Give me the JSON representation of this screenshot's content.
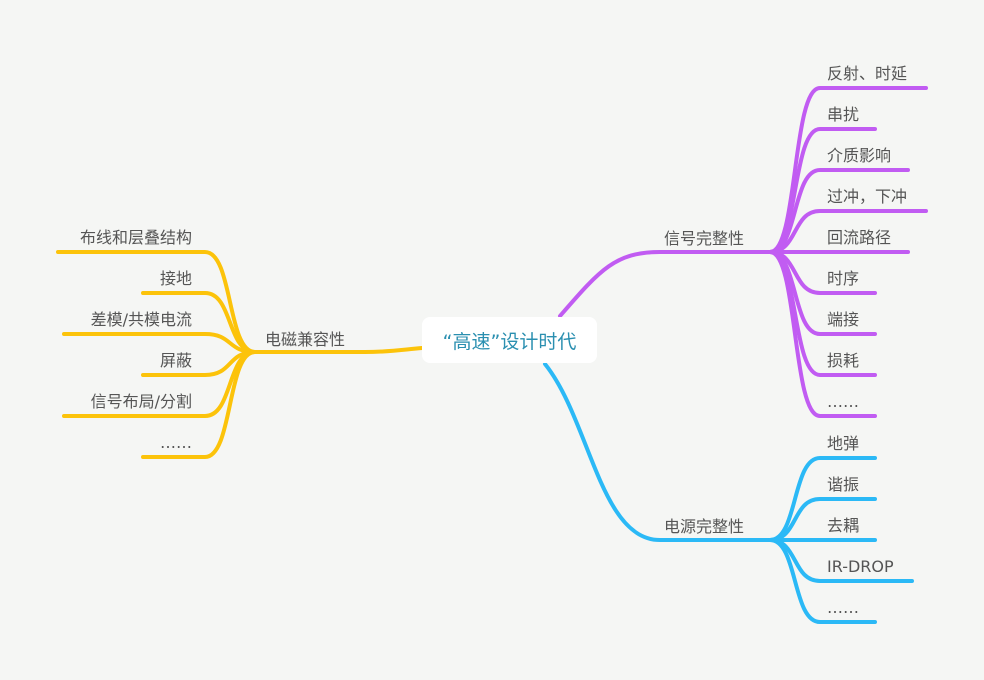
{
  "center": {
    "label": "“高速”设计时代"
  },
  "colors": {
    "signal": "#c15cf2",
    "power": "#2bb9f6",
    "emc": "#fcc30a",
    "text": "#555555",
    "center_text": "#2a8fb0"
  },
  "branches": {
    "signal": {
      "label": "信号完整性",
      "children": [
        "反射、时延",
        "串扰",
        "介质影响",
        "过冲，下冲",
        "回流路径",
        "时序",
        "端接",
        "损耗",
        "……"
      ]
    },
    "power": {
      "label": "电源完整性",
      "children": [
        "地弹",
        "谐振",
        "去耦",
        "IR-DROP",
        "……"
      ]
    },
    "emc": {
      "label": "电磁兼容性",
      "children": [
        "布线和层叠结构",
        "接地",
        "差模/共模电流",
        "屏蔽",
        "信号布局/分割",
        "……"
      ]
    }
  }
}
